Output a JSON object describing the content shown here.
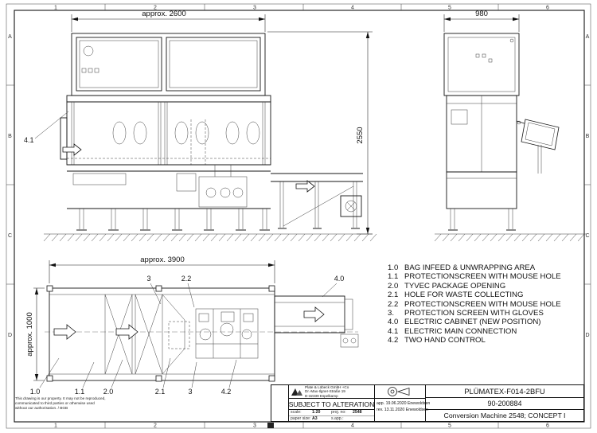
{
  "frame": {
    "cols": [
      "1",
      "2",
      "3",
      "4",
      "5",
      "6"
    ],
    "rows": [
      "A",
      "B",
      "C",
      "D"
    ]
  },
  "front": {
    "dim_width": "approx. 2600",
    "dim_height": "2550",
    "label": "4.1"
  },
  "side": {
    "dim_width": "980"
  },
  "plan": {
    "dim_width": "approx. 3900",
    "dim_height": "approx. 1000",
    "top_labels": [
      "3",
      "2.2",
      "4.0"
    ],
    "bottom_labels": [
      "1.0",
      "1.1",
      "2.0",
      "2.1",
      "3",
      "4.2"
    ]
  },
  "legend": {
    "items": [
      {
        "num": "1.0",
        "text": "BAG INFEED & UNWRAPPING AREA"
      },
      {
        "num": "1.1",
        "text": "PROTECTIONSCREEN WITH MOUSE HOLE"
      },
      {
        "num": "2.0",
        "text": "TYVEC PACKAGE OPENING"
      },
      {
        "num": "2.1",
        "text": "HOLE FOR WASTE COLLECTING"
      },
      {
        "num": "2.2",
        "text": "PROTECTIONSCREEN WITH MOUSE HOLE"
      },
      {
        "num": "3.",
        "text": "PROTECTION SCREEN WITH GLOVES"
      },
      {
        "num": "4.0",
        "text": "ELECTRIC CABINET (NEW POSITION)"
      },
      {
        "num": "4.1",
        "text": "ELECTRIC MAIN CONNECTION"
      },
      {
        "num": "4.2",
        "text": "TWO HAND CONTROL"
      }
    ]
  },
  "title_block": {
    "company": "Plate & Lübeck GmbH +Co",
    "address1": "Dr.-Max-Ilgner-Straße 19",
    "address2": "D-32339 Espelkamp",
    "subject": "SUBJECT TO ALTERATION",
    "scale_label": "scale:",
    "scale_value": "1:20",
    "project_label": "proj. no:",
    "project_value": "2548",
    "paper_label": "paper size:",
    "paper_value": "A3",
    "approved_label": "s.app.:",
    "rev1_label": "app.",
    "rev1": "19.06.2020 Enewoldsen",
    "rev2_label": "rev.",
    "rev2": "13.11.2020 Enewoldsen",
    "drawing_number": "PLÜMATEX-F014-2BFU",
    "part_number": "90-200884",
    "title": "Conversion Machine 2548; CONCEPT I"
  },
  "notice": {
    "line1": "This drawing is our property. It may not be reproduced,",
    "line2": "communicated to third parties or otherwise used",
    "line3": "without our authorisation. / BGB"
  }
}
